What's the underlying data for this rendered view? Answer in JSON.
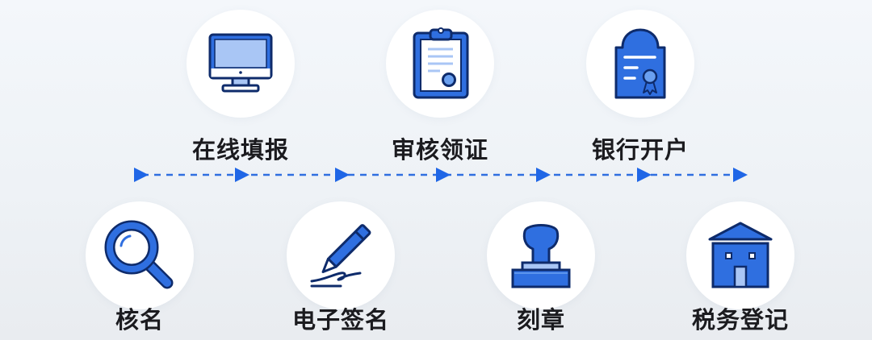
{
  "diagram": {
    "type": "process-flow",
    "direction": "left-to-right",
    "colors": {
      "accent": "#2f6fe0",
      "accent_light": "#a9c6f5",
      "outline": "#0e2b6b",
      "text": "#1b1b1f",
      "circle": "#ffffff",
      "background": "#eef2f6"
    },
    "steps": [
      {
        "order": 1,
        "label": "核名",
        "icon": "magnifier-icon",
        "row": "bottom"
      },
      {
        "order": 2,
        "label": "在线填报",
        "icon": "computer-monitor-icon",
        "row": "top"
      },
      {
        "order": 3,
        "label": "电子签名",
        "icon": "pen-signature-icon",
        "row": "bottom"
      },
      {
        "order": 4,
        "label": "审核领证",
        "icon": "clipboard-icon",
        "row": "top"
      },
      {
        "order": 5,
        "label": "刻章",
        "icon": "stamp-icon",
        "row": "bottom"
      },
      {
        "order": 6,
        "label": "银行开户",
        "icon": "certificate-icon",
        "row": "top"
      },
      {
        "order": 7,
        "label": "税务登记",
        "icon": "building-icon",
        "row": "bottom"
      }
    ]
  }
}
